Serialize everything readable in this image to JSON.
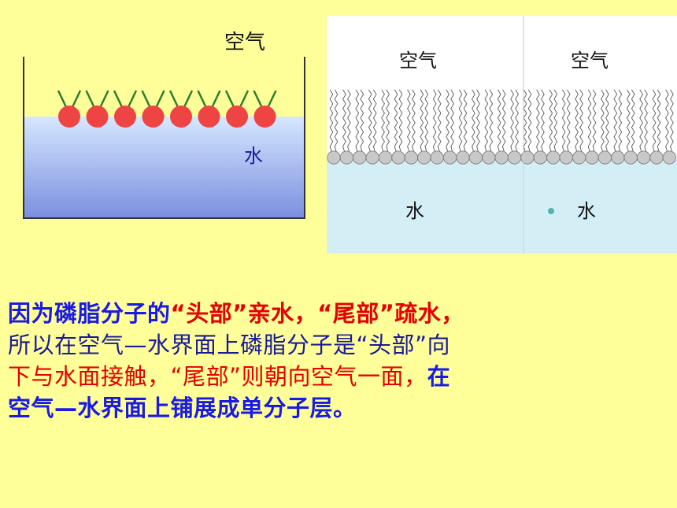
{
  "colors": {
    "background": "#FFFF99",
    "head_red": "#EE4444",
    "tail_green": "#2E7D32",
    "water_top": "#D6E8FF",
    "water_bottom": "#7B8FE0",
    "panel_water": "#D4EEF6",
    "text_blue": "#1A1AE6",
    "text_red": "#E60000",
    "text_navy": "#1A1A99",
    "dot": "#4DB6AC"
  },
  "left": {
    "air_label": "空气",
    "water_label": "水",
    "head_count": 8
  },
  "right": {
    "panels": [
      {
        "air_label": "空气",
        "water_label": "水"
      },
      {
        "air_label": "空气",
        "water_label": "水"
      }
    ],
    "head_count": 27
  },
  "text": {
    "lines": [
      [
        {
          "t": "因为磷脂分子的",
          "c": "#1A1AE6",
          "b": true
        },
        {
          "t": "“头部”亲水，“尾部”疏水，",
          "c": "#E60000",
          "b": true
        }
      ],
      [
        {
          "t": "所以在空气—水界面上磷脂分子是“头部”向",
          "c": "#1A1A99",
          "b": false
        }
      ],
      [
        {
          "t": "下与水面接触，“尾部”则朝向空气一面，",
          "c": "#E60000",
          "b": false
        },
        {
          "t": "在",
          "c": "#1A1AE6",
          "b": true
        }
      ],
      [
        {
          "t": "空气—水界面上铺展成单分子层。",
          "c": "#1A1AE6",
          "b": true
        }
      ]
    ]
  }
}
